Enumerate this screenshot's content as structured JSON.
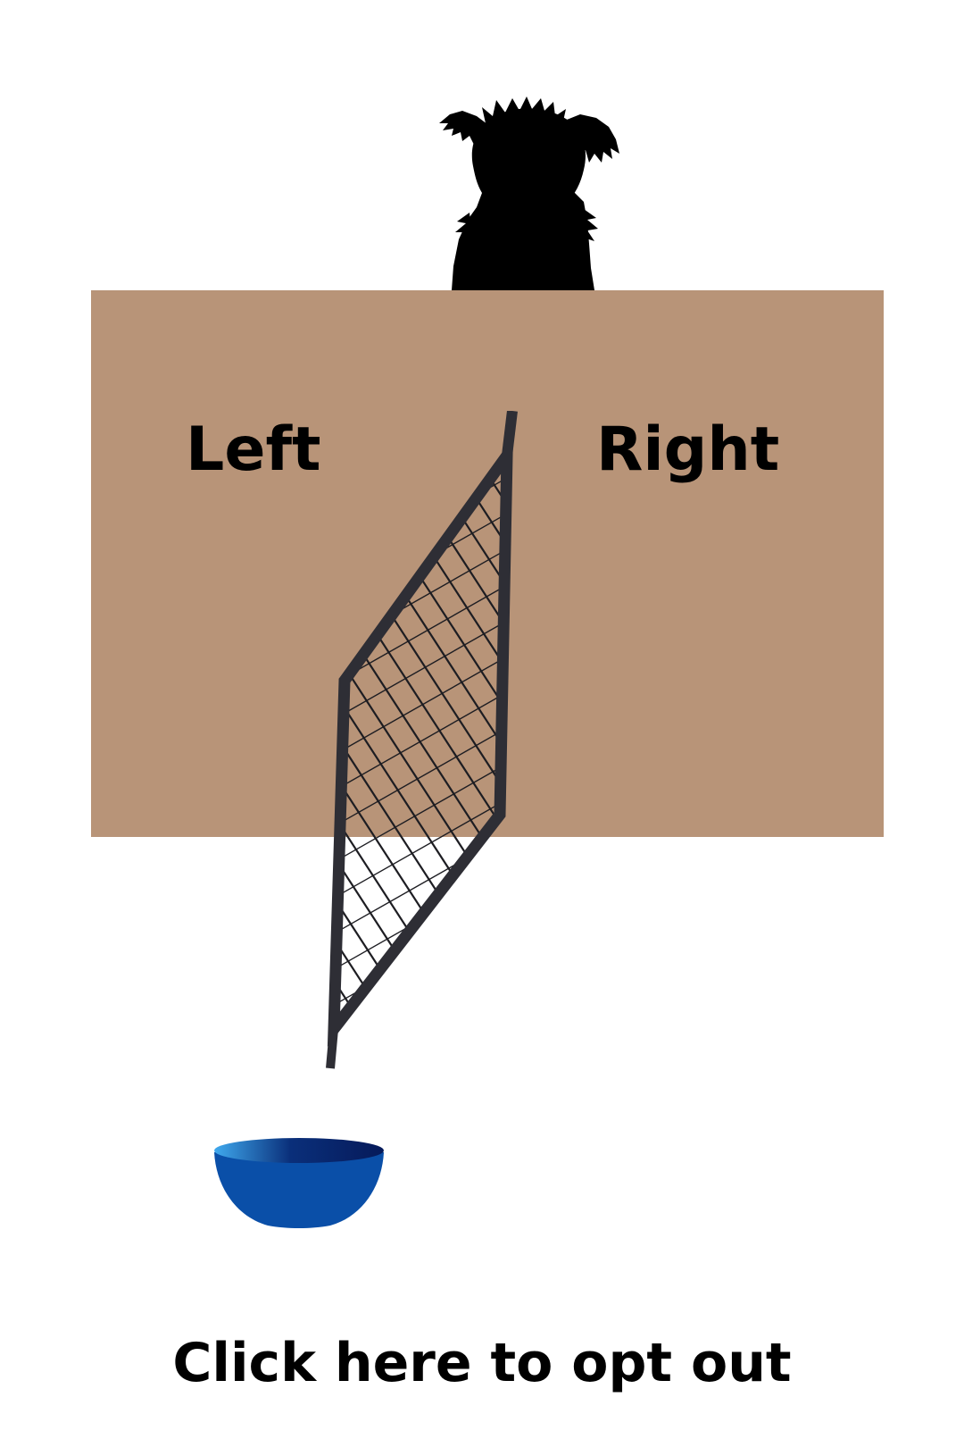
{
  "labels": {
    "left": "Left",
    "right": "Right"
  },
  "footer": {
    "opt_out": "Click here to opt out"
  },
  "colors": {
    "board": "#b89478",
    "fence_frame": "#2e2e35",
    "bowl": "#0a4fa8",
    "dog": "#000000",
    "text": "#000000",
    "background": "#ffffff"
  },
  "icons": {
    "dog": "dog-silhouette-icon",
    "fence": "mesh-fence-icon",
    "bowl": "bowl-icon"
  }
}
